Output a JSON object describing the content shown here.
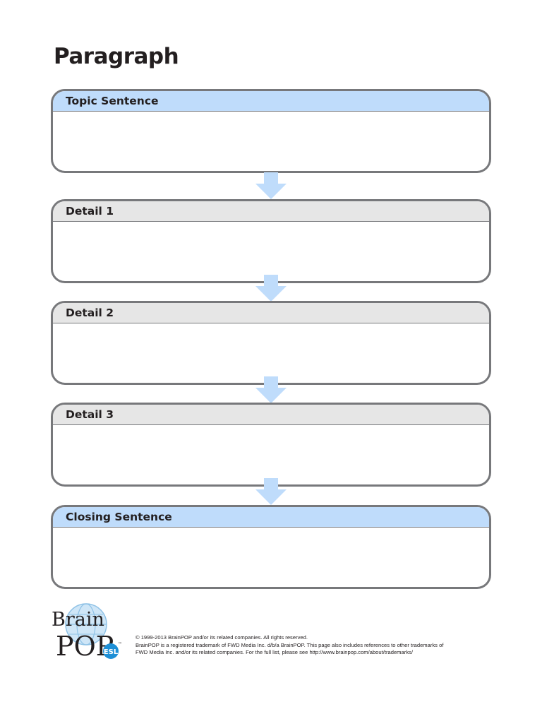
{
  "page": {
    "title": "Paragraph"
  },
  "boxes": [
    {
      "label": "Topic Sentence",
      "style": "blue"
    },
    {
      "label": "Detail 1",
      "style": "gray"
    },
    {
      "label": "Detail 2",
      "style": "gray"
    },
    {
      "label": "Detail 3",
      "style": "gray"
    },
    {
      "label": "Closing Sentence",
      "style": "blue"
    }
  ],
  "colors": {
    "header_blue": "#bfdcfb",
    "header_gray": "#e6e6e6",
    "border": "#77787b",
    "arrow": "#bfdcfb"
  },
  "logo": {
    "brain": "Brain",
    "pop": "POP",
    "esl": "ESL",
    "tm": "™"
  },
  "footer": {
    "line1": "© 1999-2013 BrainPOP and/or its related companies. All rights reserved.",
    "line2": "BrainPOP is a registered trademark of FWD Media Inc. d/b/a BrainPOP. This page also includes references to other trademarks of",
    "line3": "FWD Media Inc. and/or its related companies. For the full list, please see http://www.brainpop.com/about/trademarks/"
  }
}
